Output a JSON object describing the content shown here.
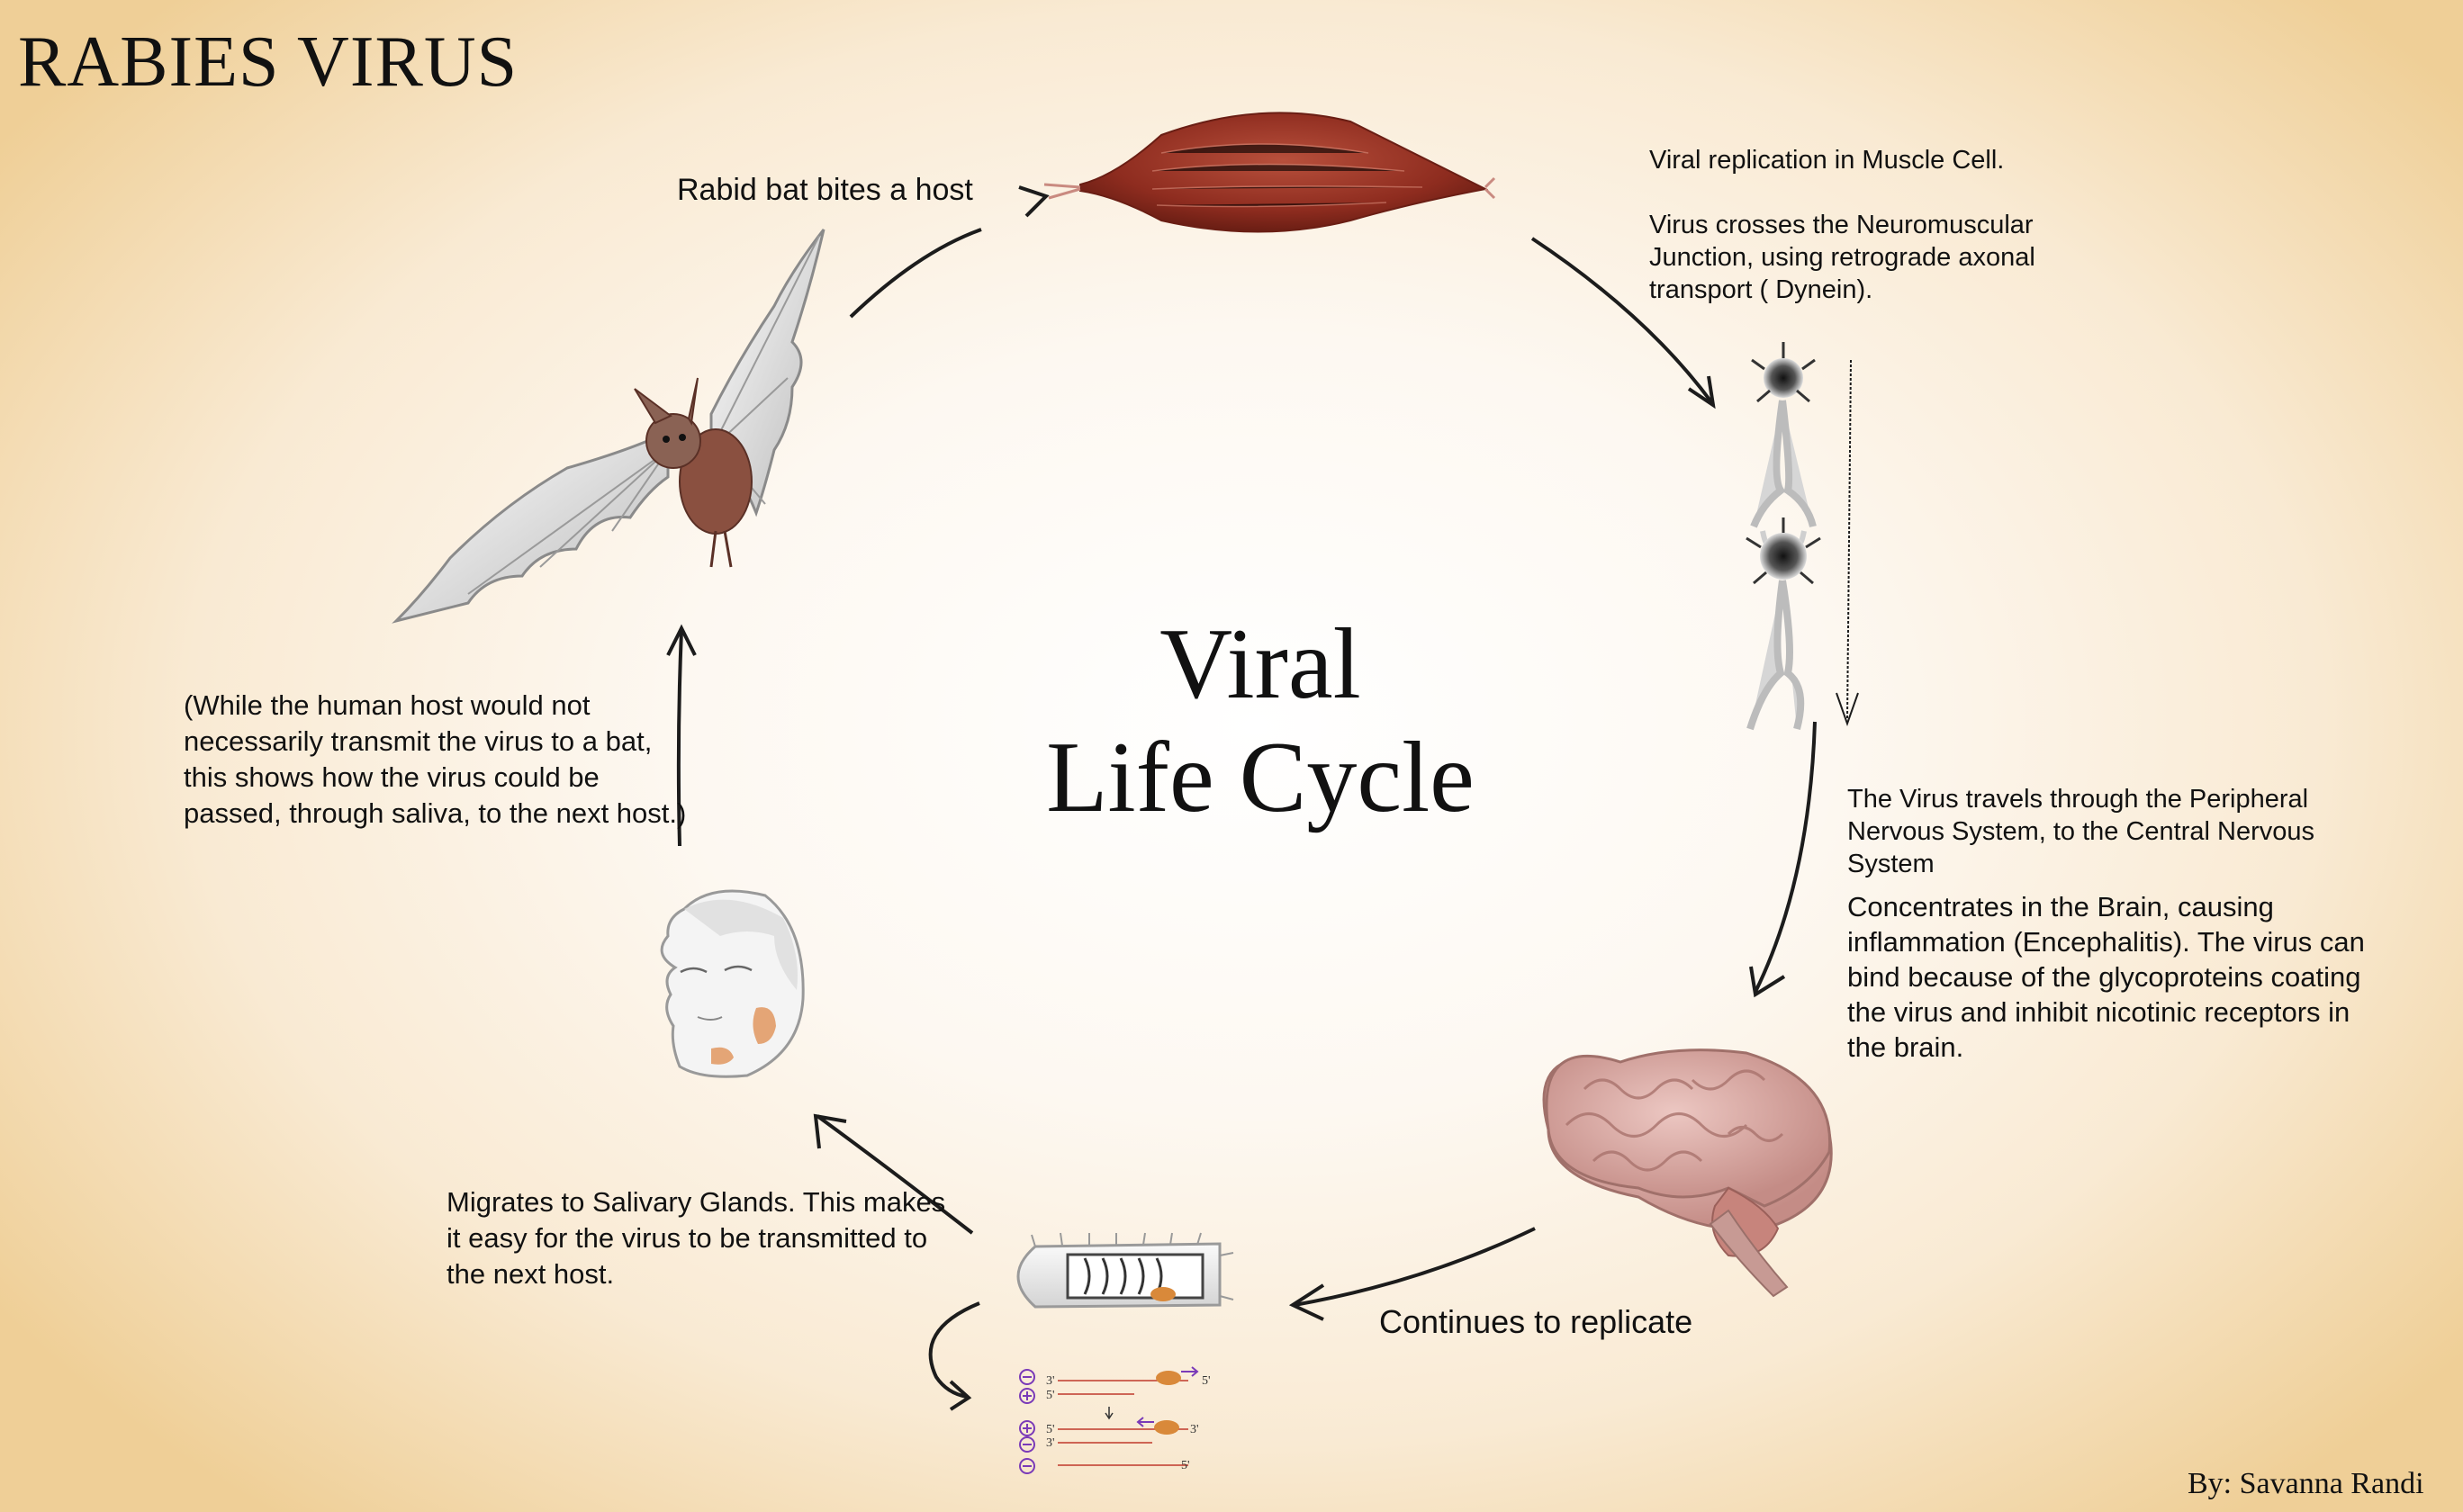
{
  "title": "RABIES VIRUS",
  "center_title": [
    "Viral",
    "Life Cycle"
  ],
  "credit": "By: Savanna Randi",
  "steps": {
    "bite": "Rabid bat bites a host",
    "muscle": [
      "Viral replication in Muscle Cell.",
      "Virus crosses the Neuromuscular Junction, using retrograde axonal transport ( Dynein)."
    ],
    "nerve": "The Virus travels through the Peripheral Nervous System, to the Central Nervous System",
    "brain": "Concentrates in the Brain, causing inflammation (Encephalitis). The virus can bind because of the glycoproteins coating the virus and inhibit nicotinic receptors in the brain.",
    "replicate": "Continues to replicate",
    "saliva": "Migrates to Salivary Glands. This makes it easy for the virus to be transmitted to the next host.",
    "host_note": "(While the human host would not necessarily transmit the virus to a bat, this shows how the virus could be passed, through saliva, to the next host.)"
  },
  "rna_diagram": {
    "labels": [
      "3'",
      "5'",
      "5'",
      "5'",
      "3'",
      "3'",
      "5'"
    ],
    "signs": [
      "−",
      "+",
      "+",
      "−",
      "−"
    ]
  },
  "colors": {
    "muscle": "#8e2c1f",
    "brain": "#d7a6a0",
    "bat_body": "#8a5040",
    "arrow": "#1c1c1c",
    "rna_line": "#c0392b",
    "rna_arrow": "#7a3ab8"
  },
  "icons": [
    "bat-illustration",
    "muscle-cell-illustration",
    "neuron-illustration",
    "brain-illustration",
    "virus-illustration",
    "face-illustration"
  ]
}
